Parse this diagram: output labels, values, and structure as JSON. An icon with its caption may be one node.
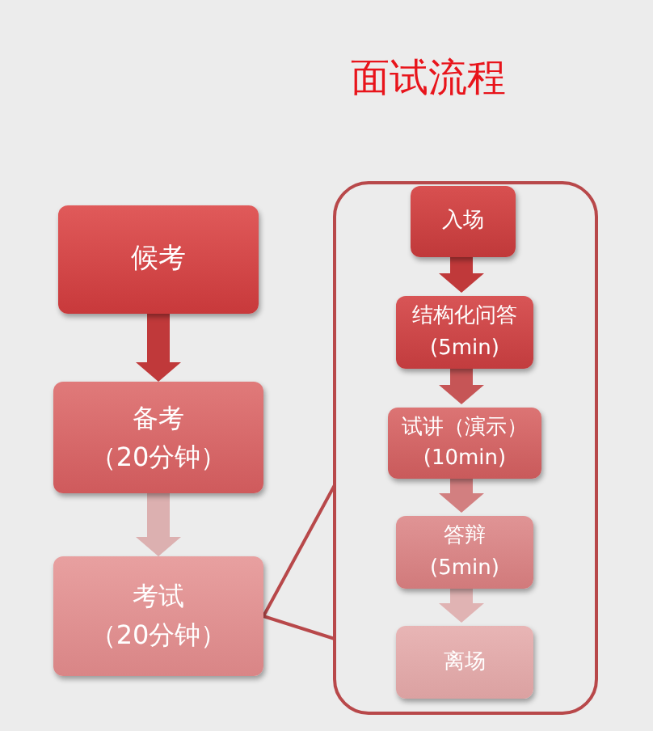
{
  "diagram": {
    "title": "面试流程",
    "nodes": [
      {
        "text": [
          "候考"
        ]
      },
      {
        "text": [
          "备考",
          "（20分钟）"
        ]
      },
      {
        "text": [
          "考试",
          "（20分钟）"
        ]
      },
      {
        "text": [],
        "shape": "box"
      },
      {
        "text": [
          "入场"
        ],
        "in": 3
      },
      {
        "text": [
          "结构化问答",
          "(5min)"
        ],
        "in": 3
      },
      {
        "text": [
          "试讲（演示）",
          "(10min)"
        ],
        "in": 3
      },
      {
        "text": [
          "答辩",
          "(5min)"
        ],
        "in": 3
      },
      {
        "text": [
          "离场"
        ],
        "in": 3
      }
    ],
    "edges": [
      {
        "from": 0,
        "to": 1,
        "arrow": "to",
        "color": "#c0393a"
      },
      {
        "from": 1,
        "to": 2,
        "arrow": "to",
        "color": "#dcb0b0"
      },
      {
        "from": 2,
        "to": 3,
        "arrow": "none",
        "color": "#b8484a"
      },
      {
        "from": 4,
        "to": 5,
        "arrow": "to",
        "color": "#c0393a"
      },
      {
        "from": 5,
        "to": 6,
        "arrow": "to",
        "color": "#c65556"
      },
      {
        "from": 6,
        "to": 7,
        "arrow": "to",
        "color": "#d27f80"
      },
      {
        "from": 7,
        "to": 8,
        "arrow": "to",
        "color": "#e0b3b3"
      }
    ]
  }
}
